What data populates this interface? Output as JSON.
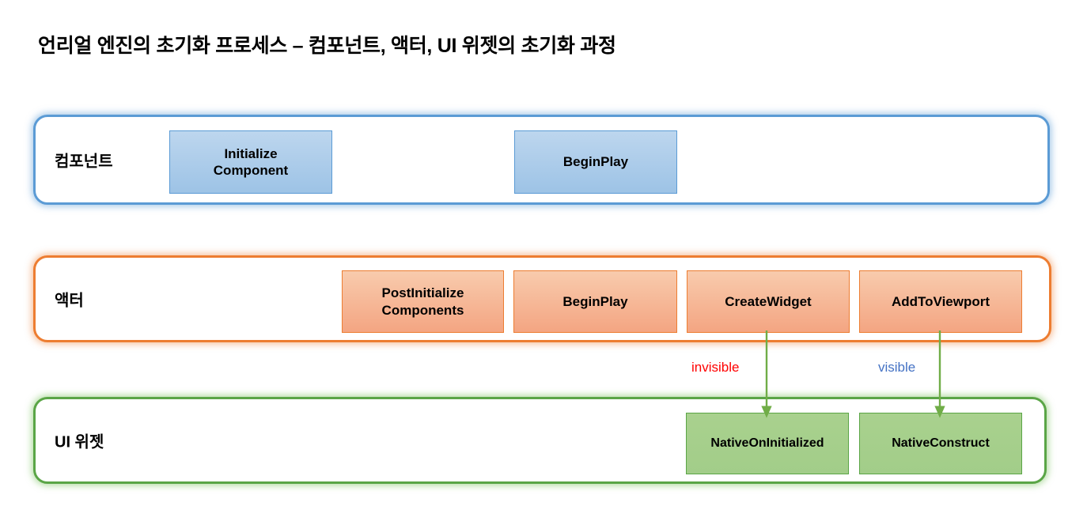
{
  "title": "언리얼 엔진의 초기화 프로세스 – 컴포넌트, 액터, UI 위젯의 초기화 과정",
  "colors": {
    "component_border": "#5b9bd5",
    "component_fill_top": "#bdd6ee",
    "component_fill_bottom": "#9dc3e6",
    "actor_border": "#ed7d31",
    "actor_fill_top": "#f8cbad",
    "actor_fill_bottom": "#f4a582",
    "widget_border": "#5aa546",
    "widget_fill_top": "#a9d18e",
    "widget_fill_bottom": "#a2cd89",
    "arrow": "#70ad47",
    "invisible_label": "#ff0000",
    "visible_label": "#4472c4",
    "background": "#ffffff",
    "text": "#000000"
  },
  "lanes": [
    {
      "id": "component",
      "label": "컴포넌트",
      "steps": [
        {
          "label": "Initialize\nComponent",
          "line1": "Initialize",
          "line2": "Component"
        },
        {
          "label": "BeginPlay",
          "line1": "BeginPlay",
          "line2": ""
        }
      ]
    },
    {
      "id": "actor",
      "label": "액터",
      "steps": [
        {
          "label": "PostInitialize\nComponents",
          "line1": "PostInitialize",
          "line2": "Components"
        },
        {
          "label": "BeginPlay",
          "line1": "BeginPlay",
          "line2": ""
        },
        {
          "label": "CreateWidget",
          "line1": "CreateWidget",
          "line2": ""
        },
        {
          "label": "AddToViewport",
          "line1": "AddToViewport",
          "line2": ""
        }
      ]
    },
    {
      "id": "widget",
      "label": "UI 위젯",
      "steps": [
        {
          "label": "NativeOnInitialized",
          "line1": "NativeOnInitialized",
          "line2": ""
        },
        {
          "label": "NativeConstruct",
          "line1": "NativeConstruct",
          "line2": ""
        }
      ]
    }
  ],
  "connectors": [
    {
      "from": "CreateWidget",
      "to": "NativeOnInitialized",
      "label": "invisible"
    },
    {
      "from": "AddToViewport",
      "to": "NativeConstruct",
      "label": "visible"
    }
  ]
}
